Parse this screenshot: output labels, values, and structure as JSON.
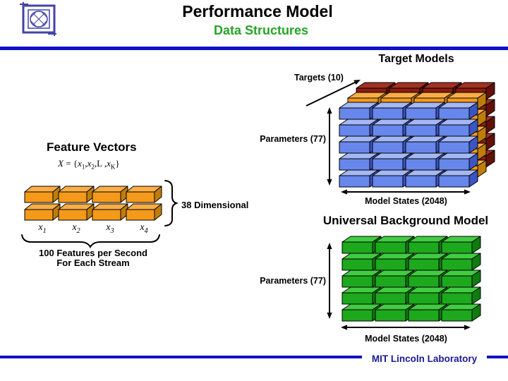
{
  "slide": {
    "title": "Performance Model",
    "subtitle": "Data Structures",
    "footer": "MIT Lincoln Laboratory"
  },
  "colors": {
    "header_line": "#1010C8",
    "footer_line": "#1010C8",
    "title_text": "#000000",
    "subtitle_text": "#28A428",
    "footer_text": "#1A1A96",
    "logo_blue": "#4343A8",
    "arrow_black": "#000000",
    "blue_front": "#6787EC",
    "blue_top": "#A3B8F4",
    "blue_side": "#3B55C4",
    "orange_front": "#F5991B",
    "orange_top": "#F9AE45",
    "orange_side": "#BF7D08",
    "red_front": "#8A1C10",
    "red_top": "#A33123",
    "red_side": "#62100A",
    "green_front": "#1DA81D",
    "green_top": "#41CC41",
    "green_side": "#0E7C0E"
  },
  "target_section": {
    "heading": "Target Models",
    "targets_label": "Targets (10)",
    "parameters_label": "Parameters (77)",
    "model_states_label": "Model States (2048)",
    "stack": {
      "cols": 4,
      "rows": 5,
      "layers": [
        "blue",
        "orange",
        "red"
      ]
    }
  },
  "feature_section": {
    "heading": "Feature Vectors",
    "formula": {
      "lhs": "X",
      "eq": " = {",
      "x1": "x",
      "s1": "1",
      "c1": ",",
      "x2": "x",
      "s2": "2",
      "c2": ",",
      "dots": "L",
      "c3": " ,",
      "xk": "x",
      "sk": "K",
      "close": "}"
    },
    "dimension_label": "38 Dimensional",
    "axis_labels": [
      {
        "base": "x",
        "sub": "1"
      },
      {
        "base": "x",
        "sub": "2"
      },
      {
        "base": "x",
        "sub": "3"
      },
      {
        "base": "x",
        "sub": "4"
      }
    ],
    "caption_line1": "100 Features per Second",
    "caption_line2": "For Each Stream",
    "stack": {
      "cols": 4,
      "rows": 2,
      "layers": [
        "orange"
      ]
    }
  },
  "ubm_section": {
    "heading": "Universal Background Model",
    "parameters_label": "Parameters (77)",
    "model_states_label": "Model States (2048)",
    "stack": {
      "cols": 4,
      "rows": 5,
      "layers": [
        "green"
      ]
    }
  }
}
